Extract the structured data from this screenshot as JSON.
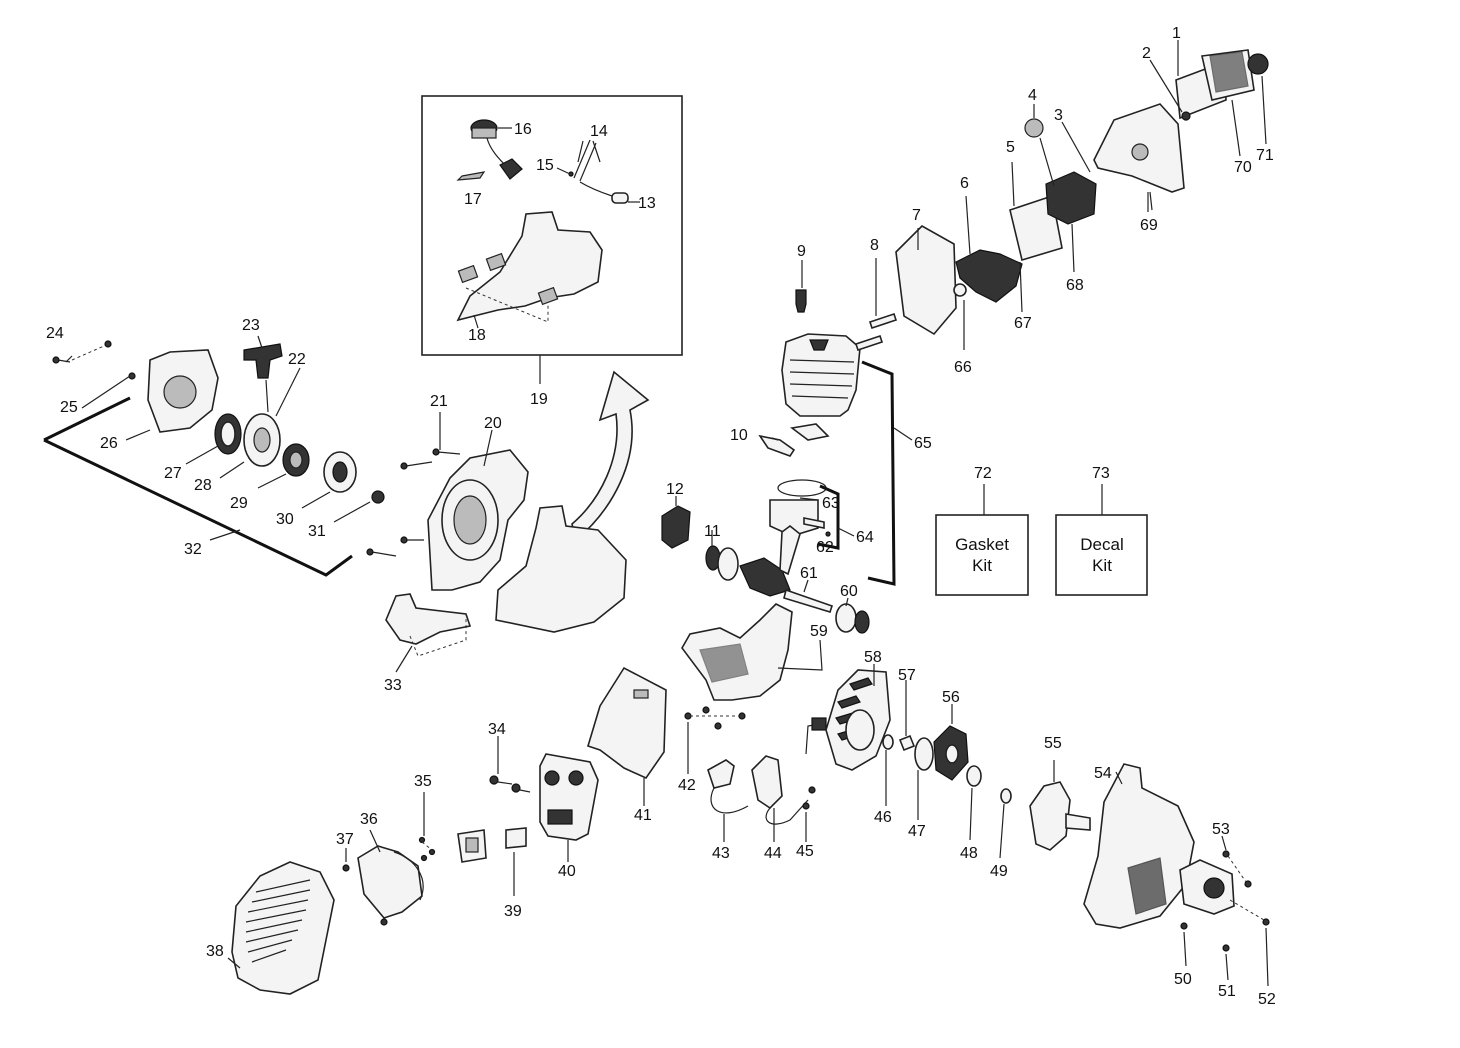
{
  "labels": {
    "p1": "1",
    "p2": "2",
    "p3": "3",
    "p4": "4",
    "p5": "5",
    "p6": "6",
    "p7": "7",
    "p8": "8",
    "p9": "9",
    "p10": "10",
    "p11": "11",
    "p12": "12",
    "p13": "13",
    "p14": "14",
    "p15": "15",
    "p16": "16",
    "p17": "17",
    "p18": "18",
    "p19": "19",
    "p20": "20",
    "p21": "21",
    "p22": "22",
    "p23": "23",
    "p24": "24",
    "p25": "25",
    "p26": "26",
    "p27": "27",
    "p28": "28",
    "p29": "29",
    "p30": "30",
    "p31": "31",
    "p32": "32",
    "p33": "33",
    "p34": "34",
    "p35": "35",
    "p36": "36",
    "p37": "37",
    "p38": "38",
    "p39": "39",
    "p40": "40",
    "p41": "41",
    "p42": "42",
    "p43": "43",
    "p44": "44",
    "p45": "45",
    "p46": "46",
    "p47": "47",
    "p48": "48",
    "p49": "49",
    "p50": "50",
    "p51": "51",
    "p52": "52",
    "p53": "53",
    "p54": "54",
    "p55": "55",
    "p56": "56",
    "p57": "57",
    "p58": "58",
    "p59": "59",
    "p60": "60",
    "p61": "61",
    "p62": "62",
    "p63": "63",
    "p64": "64",
    "p65": "65",
    "p66": "66",
    "p67": "67",
    "p68": "68",
    "p69": "69",
    "p70": "70",
    "p71": "71",
    "p72": "72",
    "p73": "73"
  },
  "kits": {
    "gasket_line1": "Gasket",
    "gasket_line2": "Kit",
    "decal_line1": "Decal",
    "decal_line2": "Kit"
  }
}
